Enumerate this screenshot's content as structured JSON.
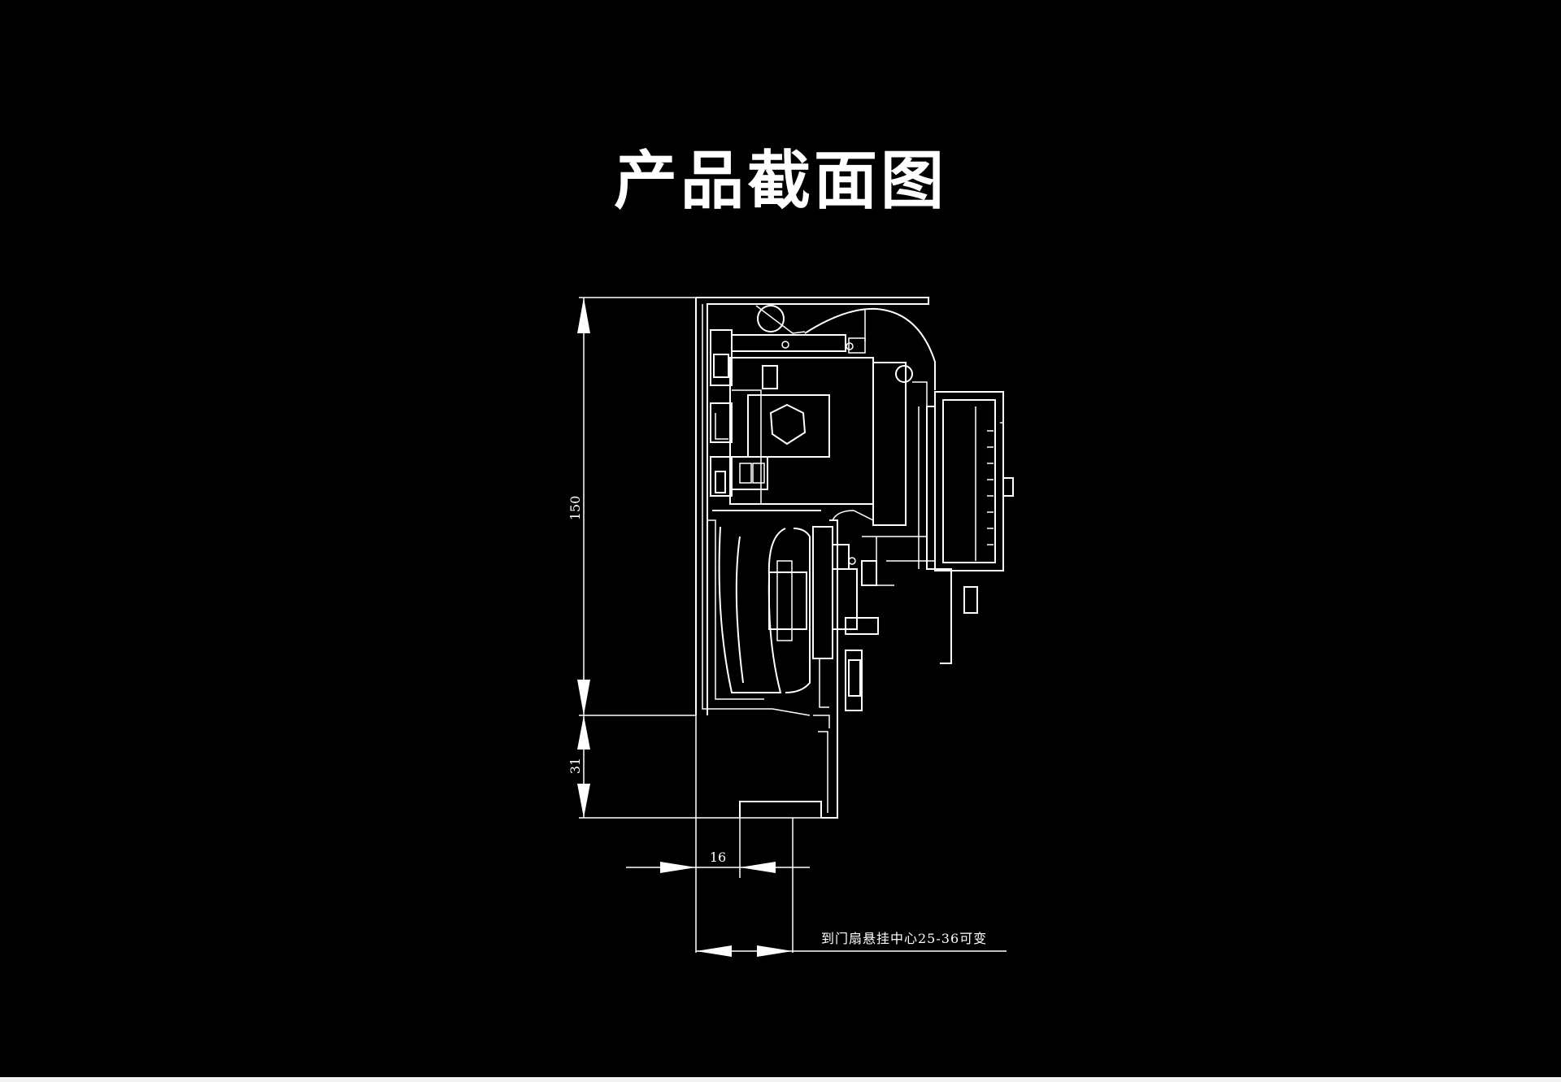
{
  "title": "产品截面图",
  "dimensions": {
    "height_main": "150",
    "height_lower": "31",
    "width_offset": "16"
  },
  "note": "到门扇悬挂中心25-36可变",
  "colors": {
    "background": "#000000",
    "lines": "#ffffff"
  }
}
